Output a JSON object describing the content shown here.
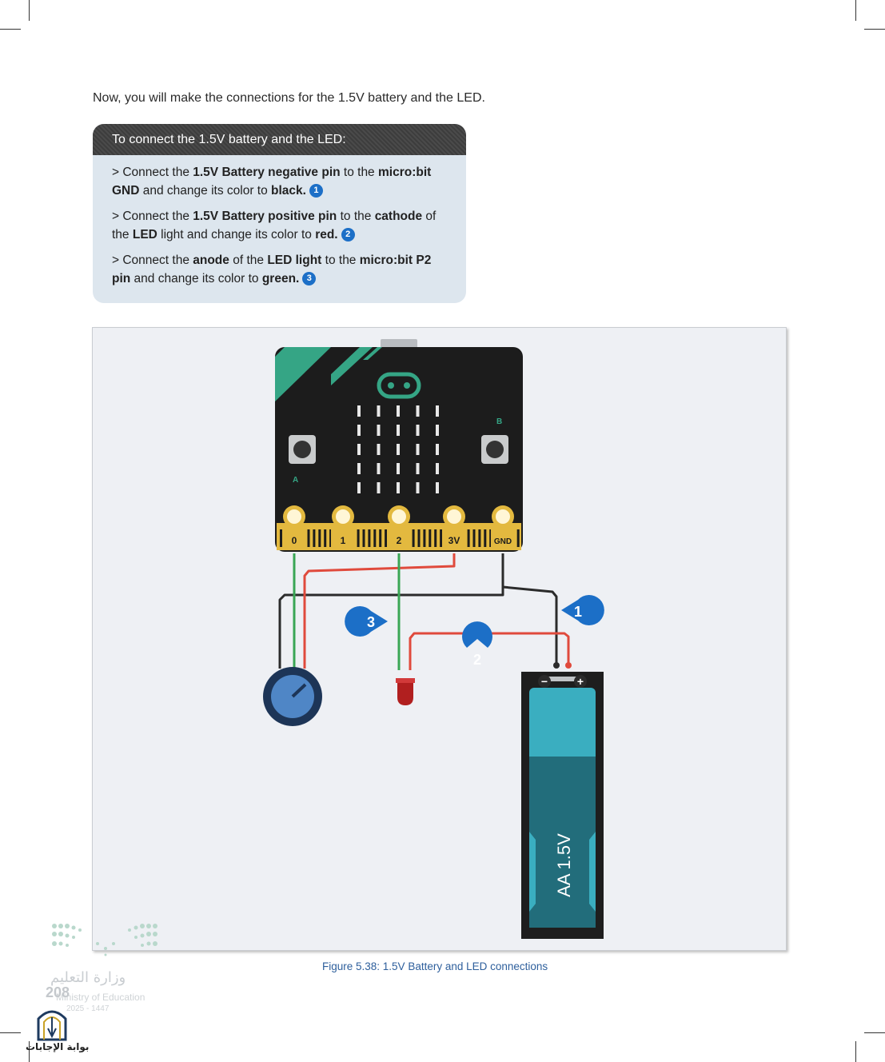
{
  "intro": "Now, you will make the connections for the 1.5V battery and the LED.",
  "box": {
    "title": "To connect the 1.5V battery and the LED:",
    "steps": [
      {
        "p1": "> Connect the ",
        "b1": "1.5V Battery negative pin",
        "p2": " to the ",
        "b2": "micro:bit GND",
        "p3": " and change its color to ",
        "b3": "black.",
        "badge": "1"
      },
      {
        "p1": "> Connect the ",
        "b1": "1.5V Battery positive pin",
        "p2": " to the ",
        "b2": "cathode",
        "p3": " of the ",
        "b3": "LED",
        "p4": " light and change its color to ",
        "b4": "red.",
        "badge": "2"
      },
      {
        "p1": "> Connect the ",
        "b1": "anode",
        "p2": " of the ",
        "b2": "LED light",
        "p3": " to the ",
        "b3": "micro:bit P2 pin",
        "p4": " and change its color to ",
        "b4": "green.",
        "badge": "3"
      }
    ]
  },
  "figure": {
    "pin_labels": [
      "0",
      "1",
      "2",
      "3V",
      "GND"
    ],
    "button_a": "A",
    "button_b": "B",
    "battery_label": "AA 1.5V",
    "battery_minus": "−",
    "battery_plus": "+",
    "callouts": [
      "1",
      "2",
      "3"
    ],
    "colors": {
      "black_wire": "#2b2b2b",
      "red_wire": "#e04a3c",
      "green_wire": "#3aa655",
      "callout": "#1c6fc7",
      "battery": "#3aaec0"
    }
  },
  "caption": "Figure 5.38: 1.5V Battery and LED connections",
  "page_number": "208",
  "logo": {
    "arabic": "وزارة التعليم",
    "english": "Ministry of Education",
    "year": "2025 - 1447"
  },
  "portal": "بوابة الإجابات"
}
